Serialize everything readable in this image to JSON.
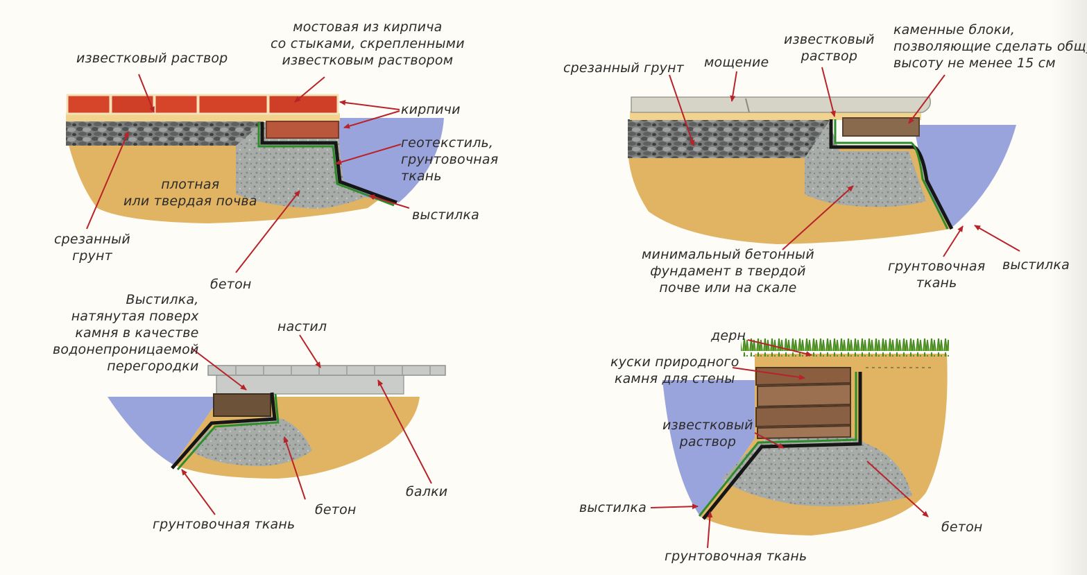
{
  "colors": {
    "soil": "#e0b462",
    "water": "#9aa4dc",
    "brick": "#d6452a",
    "mortar": "#f1d38e",
    "rubble": "#6d6f6f",
    "concrete": "#a6aaa6",
    "liner": "#161616",
    "geotextile": "#2f8c2a",
    "paving": "#d6d3c7",
    "stone_block": "#8a6a4c",
    "grass": "#5a9a2c",
    "arrow": "#b8232a"
  },
  "diagrams": {
    "brick_edge": {
      "labels": {
        "lime_mortar": "известковый раствор",
        "brick_paving": [
          "мостовая из кирпича",
          "со стыками, скрепленными",
          "известковым раствором"
        ],
        "bricks": "кирпичи",
        "geotextile": [
          "геотекстиль,",
          "грунтовочная",
          "ткань"
        ],
        "firm_soil": [
          "плотная",
          "или твердая почва"
        ],
        "liner": "выстилка",
        "cut_ground": [
          "срезанный",
          "грунт"
        ],
        "concrete": "бетон"
      }
    },
    "stone_paving_edge": {
      "labels": {
        "cut_ground": "срезанный грунт",
        "paving": "мощение",
        "lime_mortar": [
          "известковый",
          "раствор"
        ],
        "stone_blocks": [
          "каменные блоки,",
          "позволяющие сделать общую",
          "высоту не менее 15 см"
        ],
        "min_foundation": [
          "минимальный бетонный",
          "фундамент в твердой",
          "почве или на скале"
        ],
        "underlay": [
          "грунтовочная",
          "ткань"
        ],
        "liner": "выстилка"
      }
    },
    "deck_edge": {
      "labels": {
        "liner_barrier": [
          "Выстилка,",
          "натянутая поверх",
          "камня в качестве",
          "водонепроницаемой",
          "перегородки"
        ],
        "decking": "настил",
        "concrete": "бетон",
        "joists": "балки",
        "underlay": "грунтовочная ткань"
      }
    },
    "stone_wall_edge": {
      "labels": {
        "turf": "дерн",
        "natural_stone": [
          "куски природного",
          "камня для стены"
        ],
        "lime_mortar": [
          "известковый",
          "раствор"
        ],
        "liner": "выстилка",
        "concrete": "бетон",
        "underlay": "грунтовочная ткань"
      }
    }
  }
}
